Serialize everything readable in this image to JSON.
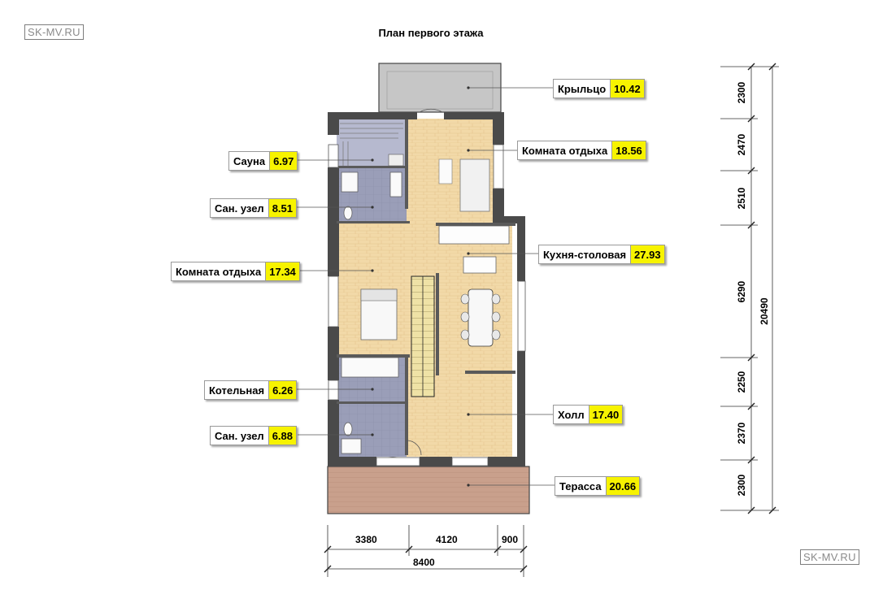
{
  "title": "План первого этажа",
  "watermark": "SK-MV.RU",
  "rooms": [
    {
      "key": "porch",
      "name": "Крыльцо",
      "area": "10.42"
    },
    {
      "key": "lounge1",
      "name": "Комната отдыха",
      "area": "18.56"
    },
    {
      "key": "sauna",
      "name": "Сауна",
      "area": "6.97"
    },
    {
      "key": "wc1",
      "name": "Сан. узел",
      "area": "8.51"
    },
    {
      "key": "kitchen",
      "name": "Кухня-столовая",
      "area": "27.93"
    },
    {
      "key": "lounge2",
      "name": "Комната отдыха",
      "area": "17.34"
    },
    {
      "key": "boiler",
      "name": "Котельная",
      "area": "6.26"
    },
    {
      "key": "hall",
      "name": "Холл",
      "area": "17.40"
    },
    {
      "key": "wc2",
      "name": "Сан. узел",
      "area": "6.88"
    },
    {
      "key": "terrace",
      "name": "Терасса",
      "area": "20.66"
    }
  ],
  "dimensions": {
    "vertical": [
      "2300",
      "2470",
      "2510",
      "6290",
      "2250",
      "2370",
      "2300"
    ],
    "vertical_total": "20490",
    "horizontal": [
      "3380",
      "4120",
      "900"
    ],
    "horizontal_total": "8400"
  },
  "colors": {
    "wood": "#f2d9a8",
    "tile": "#9a9eb8",
    "terrace": "#c9a08c",
    "porch": "#c6c6c6",
    "wall": "#4a4a4a",
    "label_area": "#f7f300"
  }
}
